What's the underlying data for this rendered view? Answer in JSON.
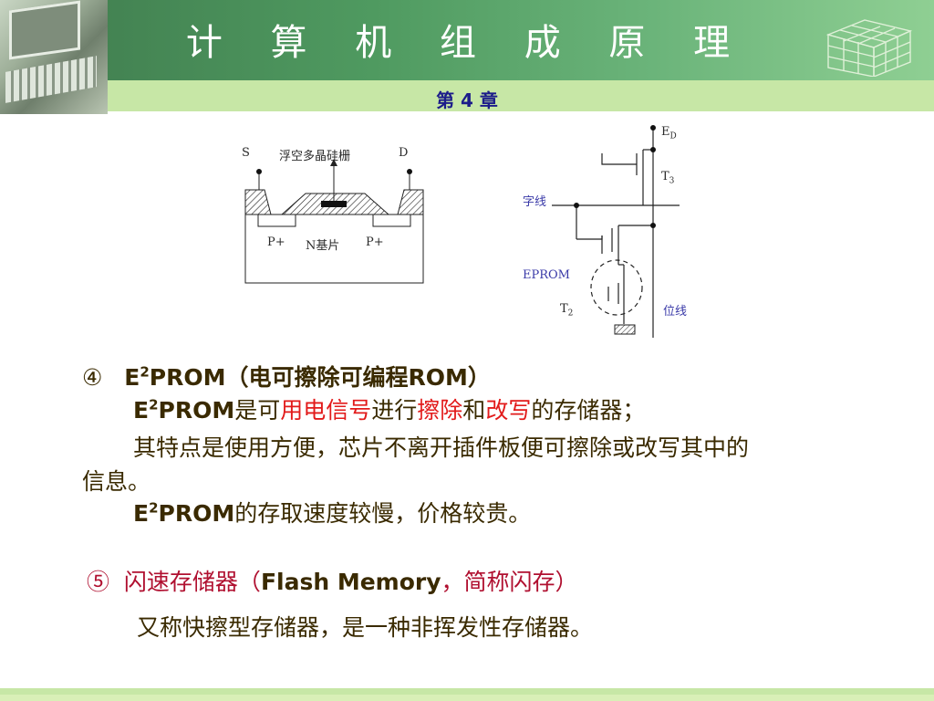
{
  "header": {
    "title": "计 算 机 组 成 原 理",
    "chapter": "第 4 章"
  },
  "figure_left": {
    "source_label": "S",
    "gate_label": "浮空多晶硅栅",
    "drain_label": "D",
    "region_p_left": "P+",
    "substrate_label": "N基片",
    "region_p_right": "P+"
  },
  "figure_right": {
    "supply_label": "E",
    "supply_sub": "D",
    "t3_label": "T",
    "t3_sub": "3",
    "word_line_label": "字线",
    "eprom_label": "EPROM",
    "t2_label": "T",
    "t2_sub": "2",
    "bit_line_label": "位线"
  },
  "section4": {
    "marker": "④",
    "heading_e": "E",
    "heading_sup": "2",
    "heading_rest": "PROM（电可擦除可编程ROM）",
    "line1_e": "E",
    "line1_sup": "2",
    "line1_prom": "PROM",
    "line1_a": "是可",
    "line1_red1": "用电信号",
    "line1_b": "进行",
    "line1_red2": "擦除",
    "line1_c": "和",
    "line1_red3": "改写",
    "line1_d": "的存储器；",
    "line2a": "其特点是使用方便，芯片不离开插件板便可擦除或改写其中的",
    "line2b": "信息。",
    "line3_e": "E",
    "line3_sup": "2",
    "line3_prom": "PROM",
    "line3_rest": "的存取速度较慢，价格较贵。"
  },
  "section5": {
    "marker": "⑤",
    "heading_a": "闪速存储器（",
    "heading_b": "Flash Memory",
    "heading_c": "，简称闪存）",
    "line1": "又称快擦型存储器，是一种非挥发性存储器。"
  },
  "colors": {
    "header_green": "#4f9a60",
    "subbar_green": "#c7e7a6",
    "chapter_blue": "#1c1c8a",
    "body_brown": "#3a2a00",
    "highlight_red": "#e21a1a",
    "crimson": "#b01030"
  }
}
